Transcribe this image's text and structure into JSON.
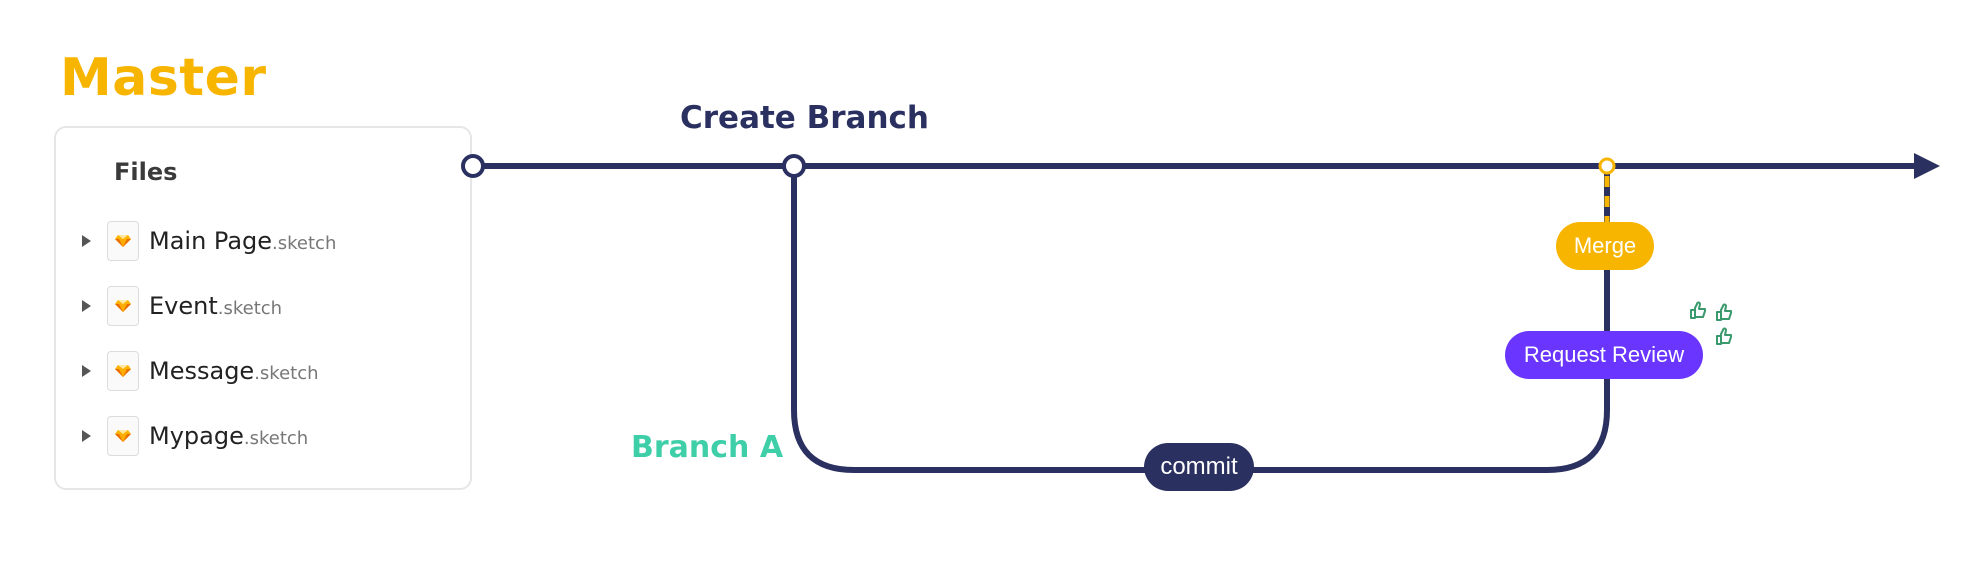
{
  "master_title": "Master",
  "files": {
    "heading": "Files",
    "items": [
      {
        "name": "Main Page",
        "ext": ".sketch"
      },
      {
        "name": "Event",
        "ext": ".sketch"
      },
      {
        "name": "Message",
        "ext": ".sketch"
      },
      {
        "name": "Mypage",
        "ext": ".sketch"
      }
    ]
  },
  "labels": {
    "create_branch": "Create Branch",
    "branch_a": "Branch A",
    "commit": "commit",
    "merge": "Merge",
    "request_review": "Request Review"
  },
  "icons": [
    "sketch-file-icon",
    "thumbs-up-icon",
    "arrow-right-icon"
  ],
  "colors": {
    "master": "#f7b500",
    "line": "#2a3060",
    "branch": "#3ecfa9",
    "merge": "#f7b500",
    "review": "#6a35ff",
    "approval": "#3a9a6e"
  }
}
